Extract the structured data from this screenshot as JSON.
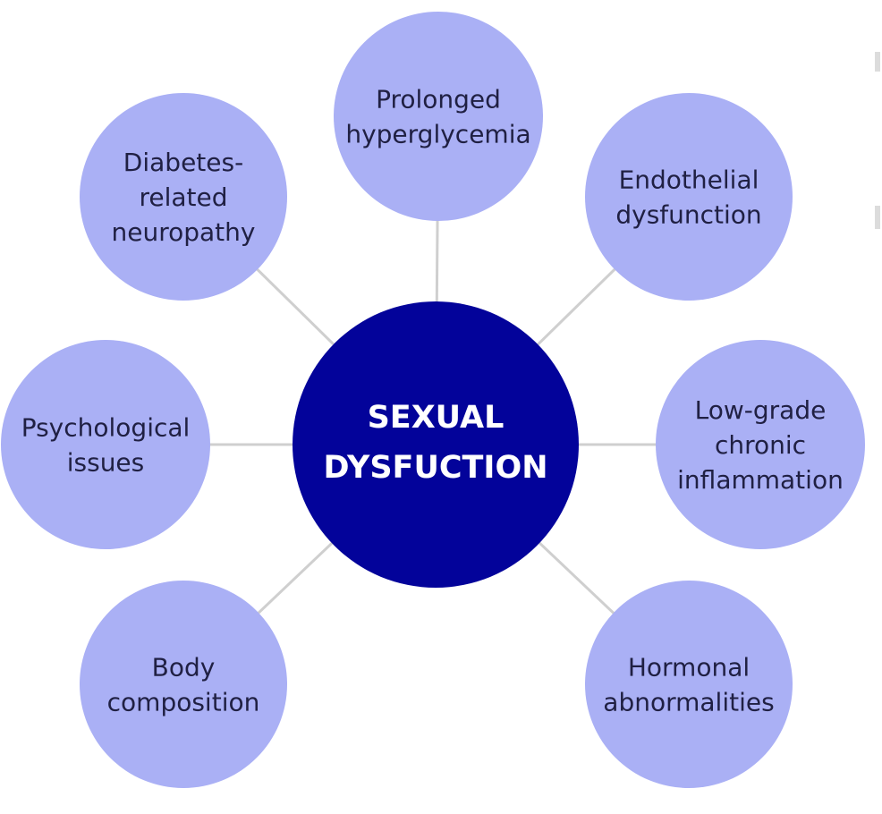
{
  "center": {
    "lines": [
      "SEXUAL",
      "DYSFUCTION"
    ]
  },
  "nodes": [
    {
      "id": "prolonged-hyperglycemia",
      "lines": [
        "Prolonged",
        "hyperglycemia"
      ]
    },
    {
      "id": "endothelial-dysfunction",
      "lines": [
        "Endothelial",
        "dysfunction"
      ]
    },
    {
      "id": "low-grade-chronic-inflammation",
      "lines": [
        "Low-grade",
        "chronic",
        "inflammation"
      ]
    },
    {
      "id": "hormonal-abnormalities",
      "lines": [
        "Hormonal",
        "abnormalities"
      ]
    },
    {
      "id": "body-composition",
      "lines": [
        "Body",
        "composition"
      ]
    },
    {
      "id": "psychological-issues",
      "lines": [
        "Psychological",
        "issues"
      ]
    },
    {
      "id": "diabetes-related-neuropathy",
      "lines": [
        "Diabetes-",
        "related",
        "neuropathy"
      ]
    }
  ],
  "colors": {
    "outer_circle": "#aab0f5",
    "center_circle": "#03039a",
    "outer_text": "#202043",
    "center_text": "#ffffff",
    "spoke": "#cfcfcf"
  }
}
